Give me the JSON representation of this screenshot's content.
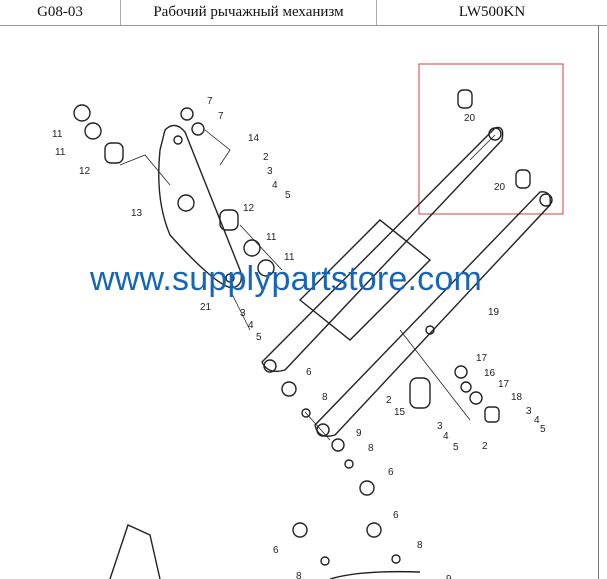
{
  "header": {
    "code": "G08-03",
    "title": "Рабочий рычажный механизм",
    "model": "LW500KN"
  },
  "watermark": "www.supplypartstore.com",
  "callouts": [
    "11",
    "11",
    "12",
    "7",
    "7",
    "14",
    "2",
    "3",
    "4",
    "5",
    "13",
    "12",
    "11",
    "11",
    "21",
    "3",
    "4",
    "5",
    "20",
    "20",
    "19",
    "6",
    "8",
    "2",
    "15",
    "9",
    "8",
    "6",
    "17",
    "16",
    "17",
    "18",
    "3",
    "4",
    "5",
    "3",
    "4",
    "5",
    "2",
    "6",
    "6",
    "8",
    "8",
    "9"
  ],
  "colors": {
    "highlight": "#d04040",
    "watermark": "#1565b8",
    "line": "#222222"
  }
}
